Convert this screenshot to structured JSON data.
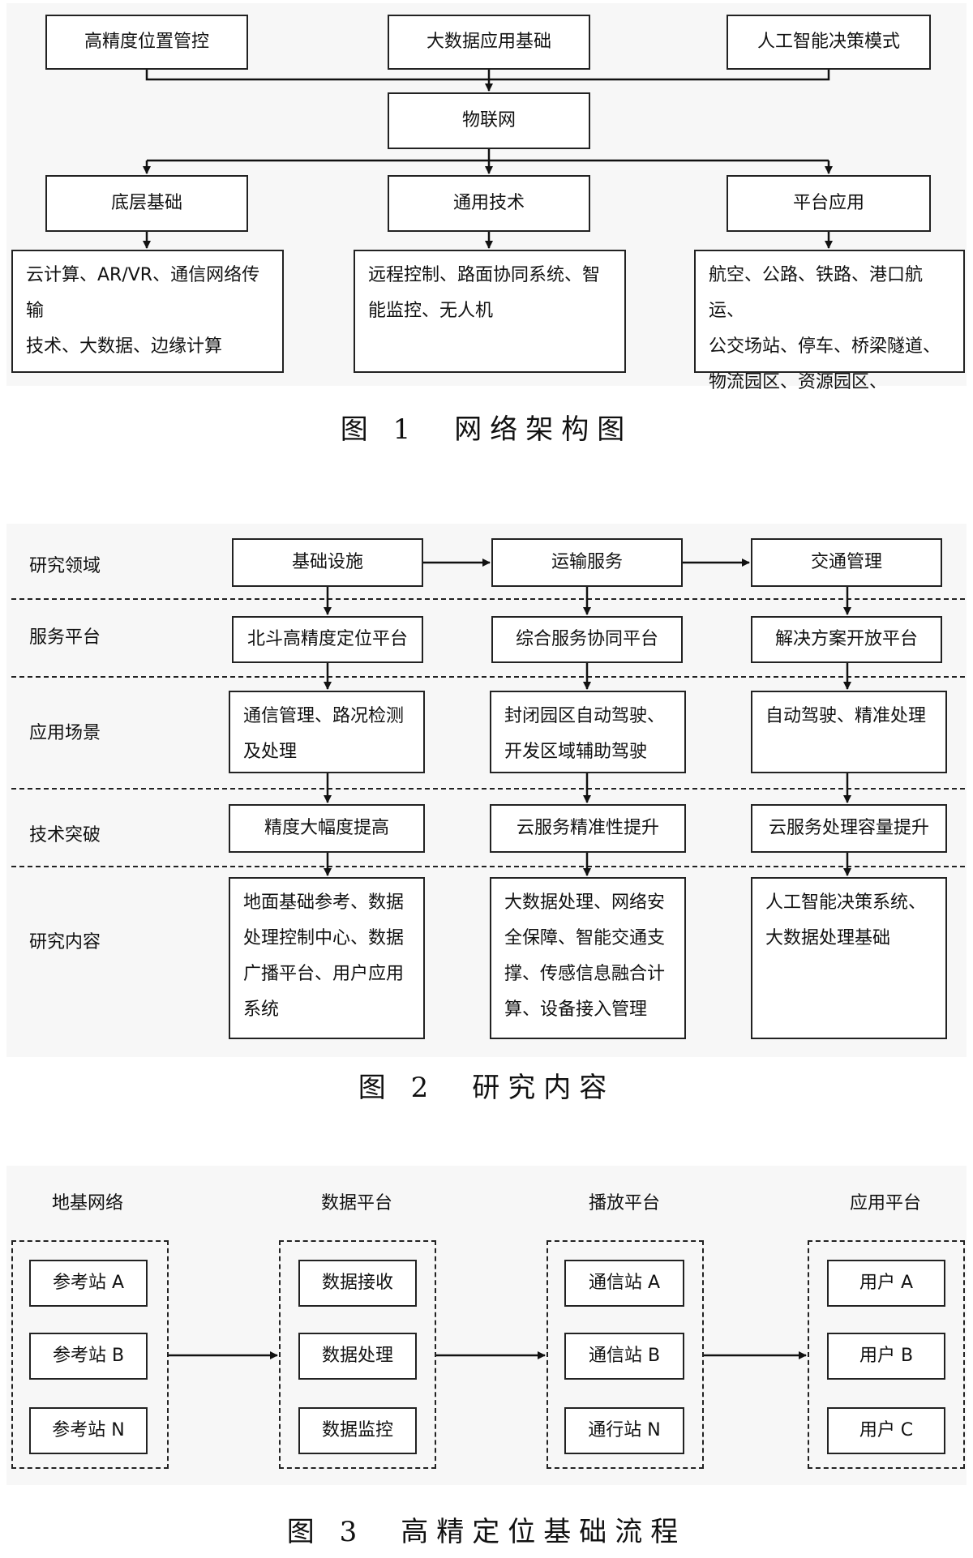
{
  "figure1": {
    "top_boxes": [
      "高精度位置管控",
      "大数据应用基础",
      "人工智能决策模式"
    ],
    "center_box": "物联网",
    "categories": [
      "底层基础",
      "通用技术",
      "平台应用"
    ],
    "details": [
      "云计算、AR/VR、通信网络传输\n技术、大数据、边缘计算",
      "远程控制、路面协同系统、智\n能监控、无人机",
      "航空、公路、铁路、港口航运、\n公交场站、停车、桥梁隧道、\n物流园区、资源园区、"
    ],
    "caption": "图 1　网络架构图"
  },
  "figure2": {
    "row_labels": [
      "研究领域",
      "服务平台",
      "应用场景",
      "技术突破",
      "研究内容"
    ],
    "domains": [
      "基础设施",
      "运输服务",
      "交通管理"
    ],
    "platforms": [
      "北斗高精度定位平台",
      "综合服务协同平台",
      "解决方案开放平台"
    ],
    "scenarios": [
      "通信管理、路况检测\n及处理",
      "封闭园区自动驾驶、\n开发区域辅助驾驶",
      "自动驾驶、精准处理"
    ],
    "breakthroughs": [
      "精度大幅度提高",
      "云服务精准性提升",
      "云服务处理容量提升"
    ],
    "contents": [
      "地面基础参考、数据\n处理控制中心、数据\n广播平台、用户应用\n系统",
      "大数据处理、网络安\n全保障、智能交通支\n撑、传感信息融合计\n算、设备接入管理",
      "人工智能决策系统、\n大数据处理基础"
    ],
    "caption": "图 2　研究内容"
  },
  "figure3": {
    "groups": [
      {
        "label": "地基网络",
        "items": [
          "参考站 A",
          "参考站 B",
          "参考站 N"
        ]
      },
      {
        "label": "数据平台",
        "items": [
          "数据接收",
          "数据处理",
          "数据监控"
        ]
      },
      {
        "label": "播放平台",
        "items": [
          "通信站 A",
          "通信站 B",
          "通行站 N"
        ]
      },
      {
        "label": "应用平台",
        "items": [
          "用户 A",
          "用户 B",
          "用户 C"
        ]
      }
    ],
    "caption": "图 3　高精定位基础流程"
  }
}
